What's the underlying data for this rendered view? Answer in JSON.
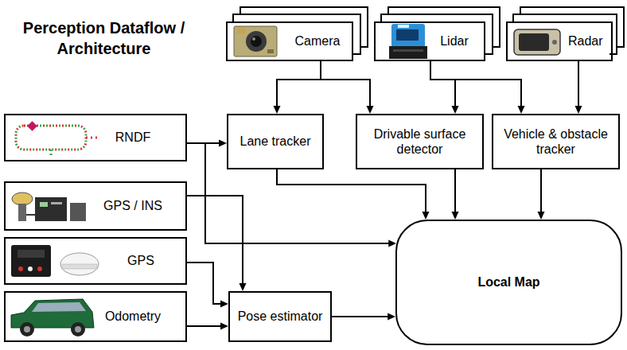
{
  "diagram": {
    "title": "Perception Dataflow / Architecture",
    "nodes": [
      {
        "text": [
          "Camera"
        ]
      },
      {
        "text": [
          "Lidar"
        ]
      },
      {
        "text": [
          "Radar"
        ]
      },
      {
        "text": [
          "RNDF"
        ]
      },
      {
        "text": [
          "Lane tracker"
        ]
      },
      {
        "text": [
          "Drivable surface detector"
        ]
      },
      {
        "text": [
          "Vehicle & obstacle tracker"
        ]
      },
      {
        "text": [
          "GPS / INS"
        ]
      },
      {
        "text": [
          "GPS"
        ]
      },
      {
        "text": [
          "Odometry"
        ]
      },
      {
        "text": [
          "Pose estimator"
        ]
      },
      {
        "text": [
          "Local Map"
        ]
      }
    ],
    "edges": [
      {
        "from": 0,
        "to": 4,
        "arrow": "to"
      },
      {
        "from": 0,
        "to": 5,
        "arrow": "to"
      },
      {
        "from": 1,
        "to": 5,
        "arrow": "to"
      },
      {
        "from": 1,
        "to": 6,
        "arrow": "to"
      },
      {
        "from": 2,
        "to": 6,
        "arrow": "to"
      },
      {
        "from": 3,
        "to": 4,
        "arrow": "to"
      },
      {
        "from": 3,
        "to": 11,
        "arrow": "to"
      },
      {
        "from": 4,
        "to": 11,
        "arrow": "to"
      },
      {
        "from": 5,
        "to": 11,
        "arrow": "to"
      },
      {
        "from": 6,
        "to": 11,
        "arrow": "to"
      },
      {
        "from": 7,
        "to": 10,
        "arrow": "to"
      },
      {
        "from": 8,
        "to": 10,
        "arrow": "to"
      },
      {
        "from": 9,
        "to": 10,
        "arrow": "to"
      },
      {
        "from": 10,
        "to": 11,
        "arrow": "to"
      }
    ]
  }
}
